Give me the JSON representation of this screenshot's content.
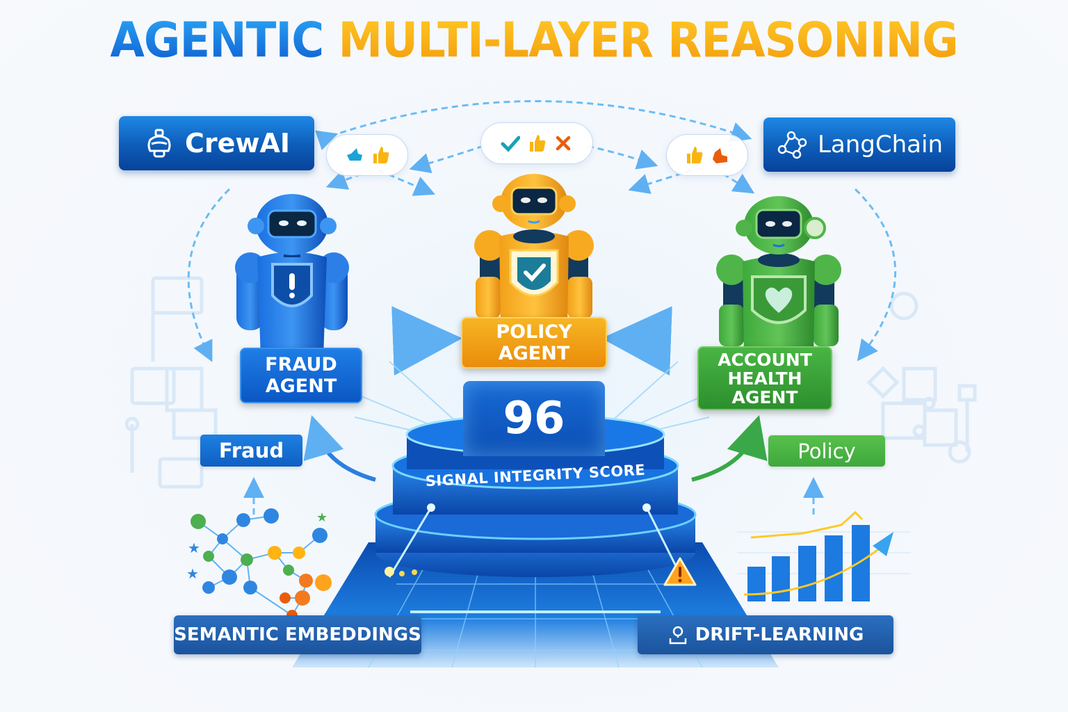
{
  "title": {
    "part1": "AGENTIC",
    "part2": "MULTI-LAYER REASONING",
    "colors": {
      "part1": "#1565d8",
      "part2": "#f5a70f"
    }
  },
  "frameworks": [
    {
      "label": "CrewAI",
      "icon": "crewai-logo-icon"
    },
    {
      "label": "LangChain",
      "icon": "langchain-chain-icon"
    }
  ],
  "feedback_bubbles": [
    {
      "icons": [
        "thumbs-down-icon",
        "thumbs-up-icon"
      ],
      "colors": [
        "#1aa3d6",
        "#f8b511"
      ]
    },
    {
      "icons": [
        "check-icon",
        "thumbs-up-icon",
        "x-icon"
      ],
      "colors": [
        "#17a2b8",
        "#f8b511",
        "#e85d0c"
      ]
    },
    {
      "icons": [
        "thumbs-up-icon",
        "thumbs-down-icon"
      ],
      "colors": [
        "#f8b511",
        "#e85d0c"
      ]
    }
  ],
  "agents": [
    {
      "name_line1": "FRAUD",
      "name_line2": "AGENT",
      "name_line3": "",
      "color": "#1565d8",
      "shield_icon": "exclamation-shield-icon",
      "tag": "Fraud"
    },
    {
      "name_line1": "POLICY",
      "name_line2": "AGENT",
      "name_line3": "",
      "color": "#f39c12",
      "shield_icon": "check-shield-icon",
      "tag": ""
    },
    {
      "name_line1": "ACCOUNT",
      "name_line2": "HEALTH",
      "name_line3": "AGENT",
      "color": "#3fa83a",
      "shield_icon": "heart-shield-icon",
      "tag": "Policy"
    }
  ],
  "score": {
    "value": "96",
    "label": "SIGNAL INTEGRITY SCORE"
  },
  "bottom": {
    "left_label": "SEMANTIC EMBEDDINGS",
    "right_label": "DRIFT-LEARNING",
    "right_icon": "location-user-icon"
  },
  "drift_chart": {
    "type": "bar",
    "bars": 5,
    "trend": "increasing"
  }
}
